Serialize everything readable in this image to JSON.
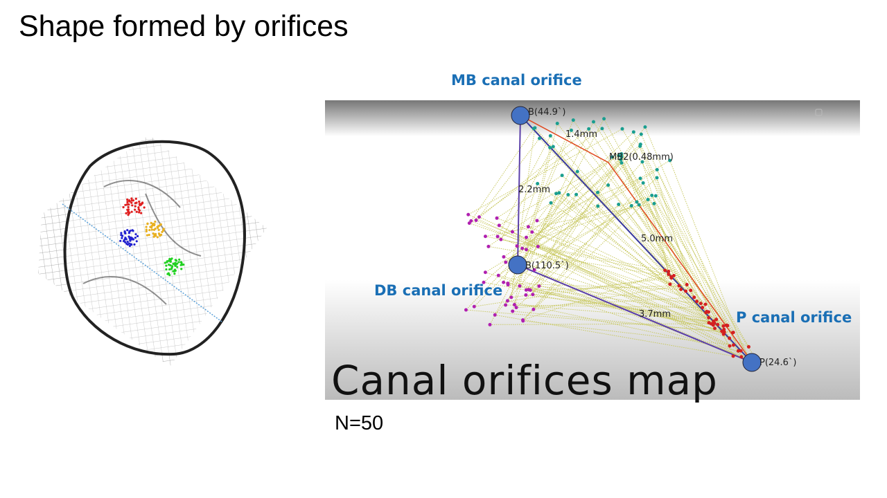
{
  "slide": {
    "title": "Shape formed by orifices",
    "sample_size": "N=50"
  },
  "callouts": {
    "mb": "MB canal orifice",
    "db": "DB canal orifice",
    "p": "P canal orifice"
  },
  "map": {
    "caption": "Canal orifices map",
    "node_labels": {
      "mb": "B(44.9`)",
      "db": "B(110.5`)",
      "p": "P(24.6`)",
      "mb2": "MB2(0.48mm)"
    },
    "distances": {
      "mb_mb2": "1.4mm",
      "mb_db": "2.2mm",
      "mb_p": "5.0mm",
      "db_p": "3.7mm"
    }
  },
  "colors": {
    "callout": "#1a6fb5",
    "node": "#4472c4",
    "mb_points": "#1a9e8f",
    "db_points": "#b020b0",
    "p_points": "#d42020",
    "guide_lines": "#c8c860"
  }
}
